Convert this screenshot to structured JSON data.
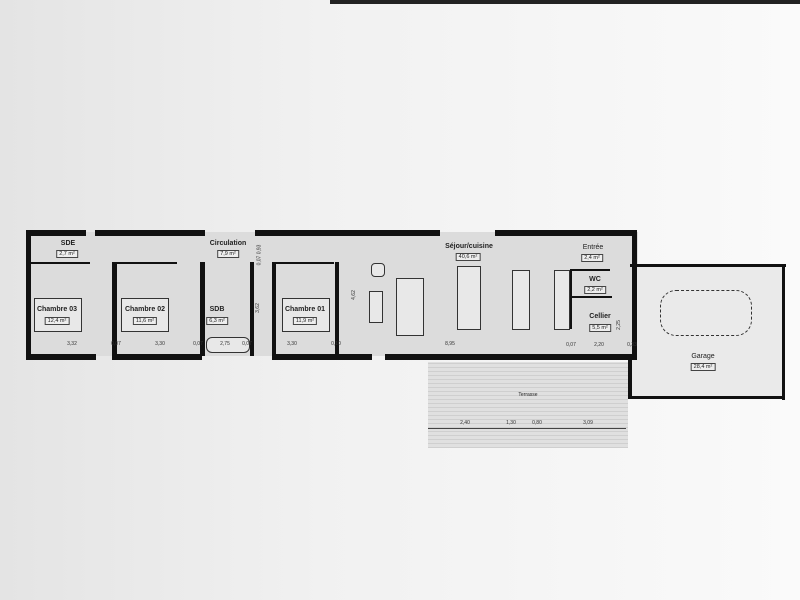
{
  "rooms": {
    "sde": {
      "name": "SDE",
      "area": "2,7 m²"
    },
    "circulation": {
      "name": "Circulation",
      "area": "7,9 m²"
    },
    "chambre03": {
      "name": "Chambre 03",
      "area": "12,4 m²"
    },
    "chambre02": {
      "name": "Chambre 02",
      "area": "11,6 m²"
    },
    "sdb": {
      "name": "SDB",
      "area": "6,3 m²"
    },
    "chambre01": {
      "name": "Chambre 01",
      "area": "11,9 m²"
    },
    "sejour": {
      "name": "Séjour/cuisine",
      "area": "40,6 m²"
    },
    "entree": {
      "name": "Entrée",
      "area": "2,4 m²"
    },
    "wc": {
      "name": "WC",
      "area": "2,2 m²"
    },
    "cellier": {
      "name": "Cellier",
      "area": "5,5 m²"
    },
    "garage": {
      "name": "Garage",
      "area": "28,4 m²"
    },
    "terrasse": {
      "name": "Terrasse"
    }
  },
  "dimensions": {
    "bottom": [
      "3,32",
      "0,07",
      "3,30",
      "0,07",
      "2,75",
      "0,07",
      "3,30",
      "0,10",
      "8,95",
      "0,07",
      "2,20",
      "0,33"
    ],
    "terrace": [
      "2,40",
      "1,30",
      "0,80",
      "3,09"
    ],
    "vertical": [
      "4,62",
      "3,62",
      "0,07 0,93",
      "2,25"
    ]
  },
  "colors": {
    "wall": "#111111",
    "floor": "#dcdcdc",
    "paper": "#f4f4f4"
  }
}
